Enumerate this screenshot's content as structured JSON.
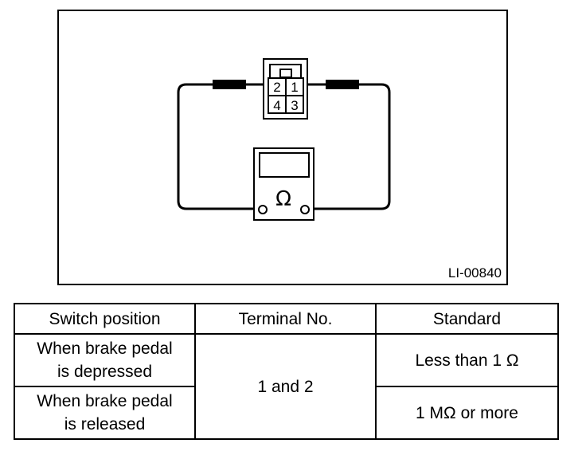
{
  "diagram": {
    "figure_id": "LI-00840",
    "connector_pins": [
      "2",
      "1",
      "4",
      "3"
    ],
    "meter_symbol": "Ω"
  },
  "table": {
    "headers": [
      "Switch position",
      "Terminal No.",
      "Standard"
    ],
    "rows": [
      {
        "position_line1": "When brake pedal",
        "position_line2": "is depressed",
        "standard": "Less than 1 Ω"
      },
      {
        "position_line1": "When brake pedal",
        "position_line2": "is released",
        "standard": "1 MΩ or more"
      }
    ],
    "terminal": "1 and 2"
  }
}
